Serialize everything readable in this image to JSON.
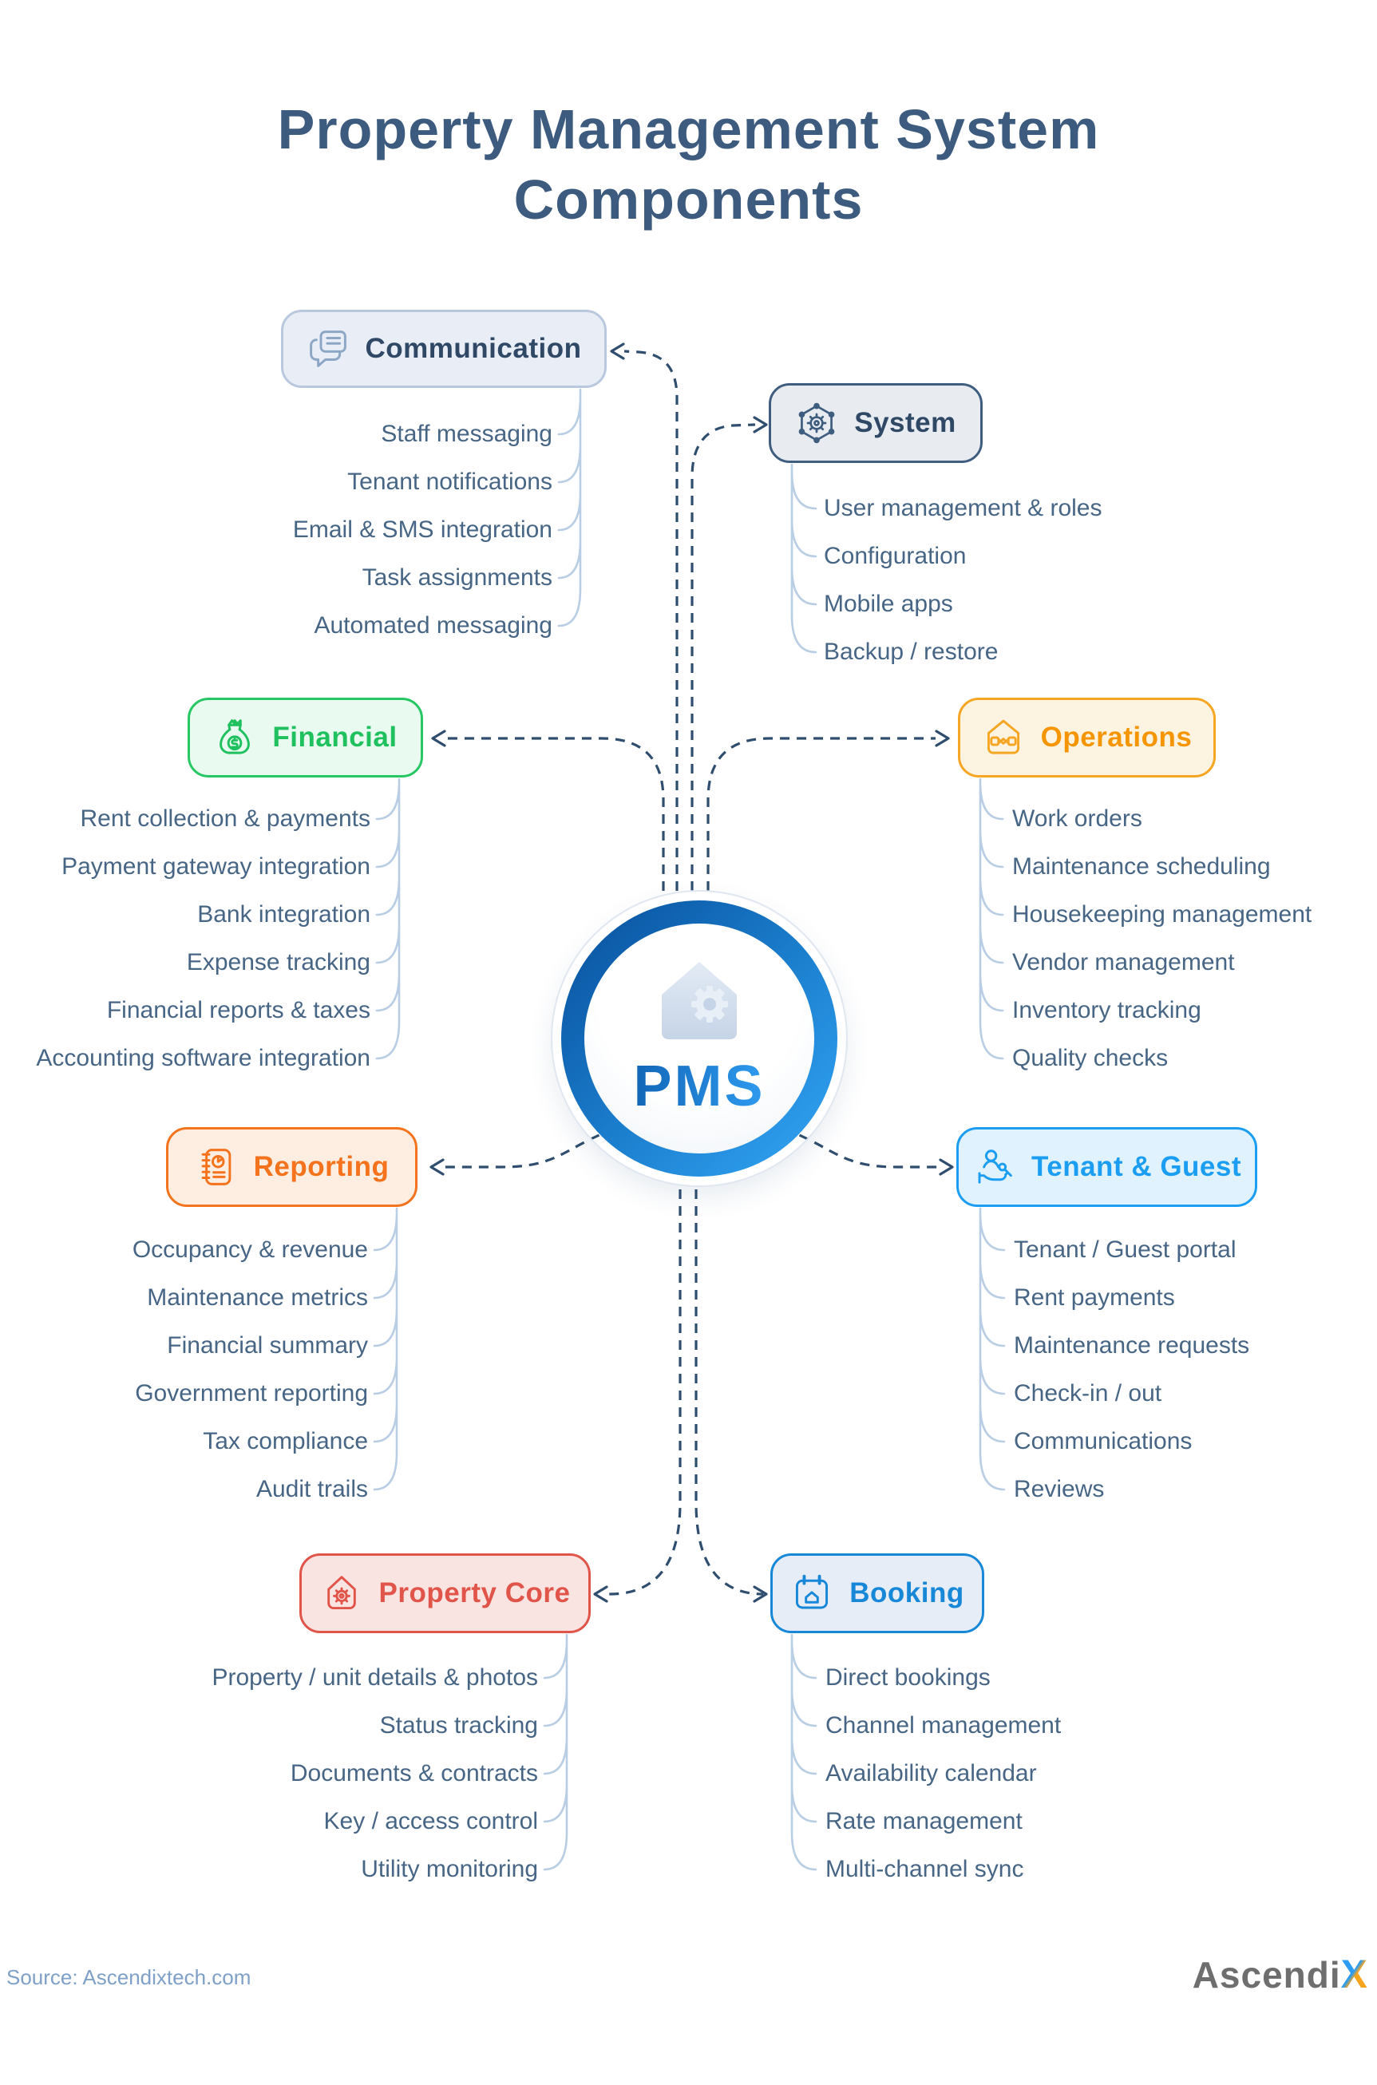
{
  "title": {
    "line1": "Property Management System",
    "line2": "Components"
  },
  "center": {
    "label": "PMS"
  },
  "groups": [
    {
      "id": "communication",
      "label": "Communication",
      "icon": "chat-bubbles-icon",
      "colors": {
        "accent": "#b9c8de",
        "bg": "#e9eef6",
        "label": "#2e4866",
        "icon": "#8ca7c6"
      },
      "items": [
        "Staff messaging",
        "Tenant notifications",
        "Email & SMS integration",
        "Task assignments",
        "Automated messaging"
      ]
    },
    {
      "id": "system",
      "label": "System",
      "icon": "network-gear-icon",
      "colors": {
        "accent": "#3f5d7f",
        "bg": "#e8ecf1",
        "label": "#2e4866",
        "icon": "#3f5d7f"
      },
      "items": [
        "User management & roles",
        "Configuration",
        "Mobile apps",
        "Backup / restore"
      ]
    },
    {
      "id": "financial",
      "label": "Financial",
      "icon": "money-bag-icon",
      "colors": {
        "accent": "#27c763",
        "bg": "#e9faf0",
        "label": "#1fc05e",
        "icon": "#1fc05e"
      },
      "items": [
        "Rent collection & payments",
        "Payment gateway integration",
        "Bank integration",
        "Expense tracking",
        "Financial reports & taxes",
        "Accounting software integration"
      ]
    },
    {
      "id": "operations",
      "label": "Operations",
      "icon": "house-handshake-icon",
      "colors": {
        "accent": "#f5a623",
        "bg": "#fdf3e1",
        "label": "#f59500",
        "icon": "#f5a623"
      },
      "items": [
        "Work orders",
        "Maintenance scheduling",
        "Housekeeping management",
        "Vendor management",
        "Inventory tracking",
        "Quality checks"
      ]
    },
    {
      "id": "reporting",
      "label": "Reporting",
      "icon": "report-notebook-icon",
      "colors": {
        "accent": "#f4731c",
        "bg": "#fdeee1",
        "label": "#f4731c",
        "icon": "#f4731c"
      },
      "items": [
        "Occupancy & revenue",
        "Maintenance metrics",
        "Financial summary",
        "Government reporting",
        "Tax compliance",
        "Audit trails"
      ]
    },
    {
      "id": "tenant",
      "label": "Tenant & Guest",
      "icon": "tenant-key-icon",
      "colors": {
        "accent": "#1b9ef2",
        "bg": "#e0f2fd",
        "label": "#1b9ef2",
        "icon": "#1b9ef2"
      },
      "items": [
        "Tenant / Guest portal",
        "Rent payments",
        "Maintenance requests",
        "Check-in / out",
        "Communications",
        "Reviews"
      ]
    },
    {
      "id": "property_core",
      "label": "Property Core",
      "icon": "house-gear-icon",
      "colors": {
        "accent": "#e15449",
        "bg": "#fae4e2",
        "label": "#e15449",
        "icon": "#e15449"
      },
      "items": [
        "Property / unit details & photos",
        "Status tracking",
        "Documents & contracts",
        "Key / access control",
        "Utility monitoring"
      ]
    },
    {
      "id": "booking",
      "label": "Booking",
      "icon": "booking-calendar-icon",
      "colors": {
        "accent": "#1787d8",
        "bg": "#e7edf6",
        "label": "#1787d8",
        "icon": "#1787d8"
      },
      "items": [
        "Direct bookings",
        "Channel management",
        "Availability calendar",
        "Rate management",
        "Multi-channel sync"
      ]
    }
  ],
  "footer": {
    "source": "Source: Ascendixtech.com",
    "brand_gray": "Ascendi",
    "brand_x": "X"
  }
}
